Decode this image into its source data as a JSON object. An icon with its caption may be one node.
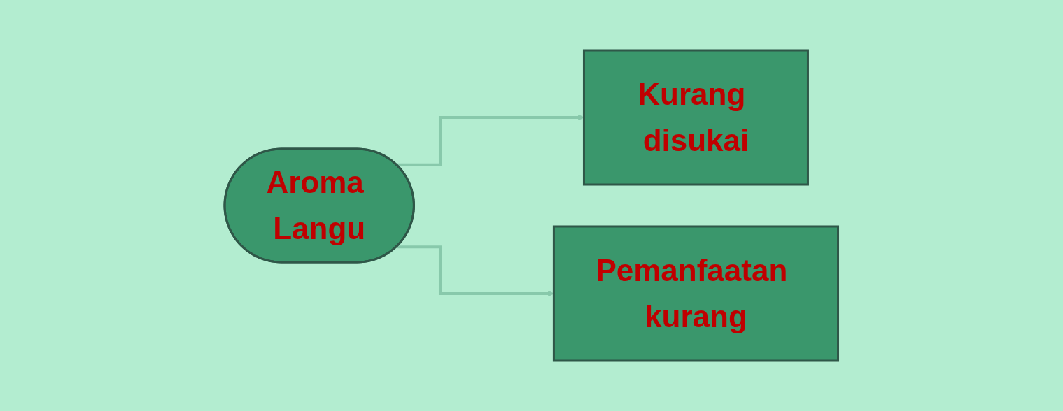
{
  "diagram": {
    "nodes": [
      {
        "text": [
          "Aroma Langu"
        ]
      },
      {
        "text": [
          "Kurang disukai"
        ]
      },
      {
        "text": [
          "Pemanfaatan kurang"
        ]
      }
    ],
    "edges": [
      {
        "from": 0,
        "to": 1,
        "arrow": "to"
      },
      {
        "from": 0,
        "to": 2,
        "arrow": "to"
      }
    ]
  }
}
